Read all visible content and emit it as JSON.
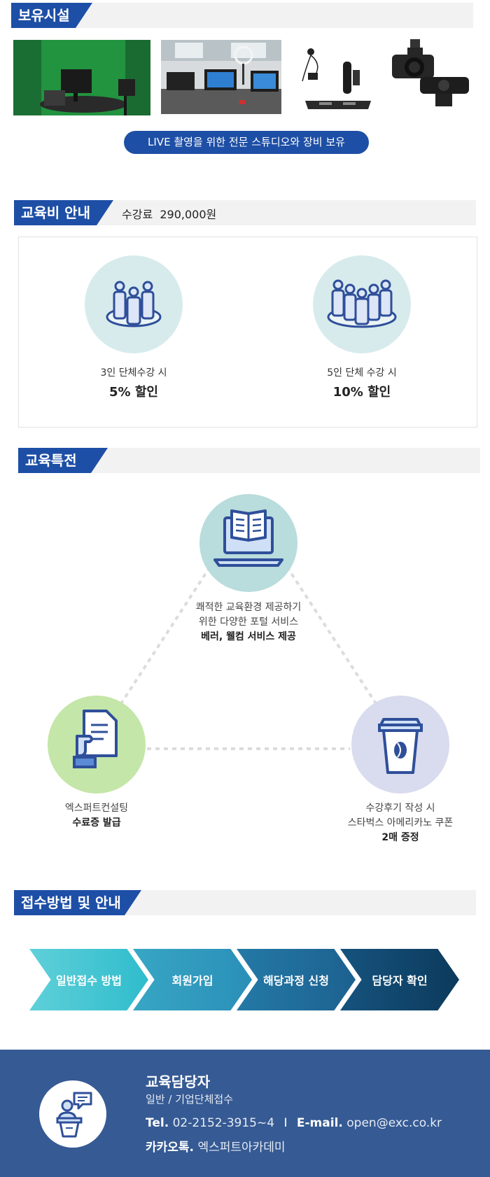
{
  "facilities": {
    "title": "보유시설",
    "banner": "LIVE 촬영을 위한 전문 스튜디오와 장비 보유",
    "photos": [
      "green-screen-studio",
      "broadcast-desk-setup",
      "wireless-mic-set",
      "dslr-and-webcam"
    ]
  },
  "fee": {
    "title": "교육비 안내",
    "tuition": "수강료  290,000원",
    "discounts": [
      {
        "condition": "3인 단체수강 시",
        "rate": "5% 할인"
      },
      {
        "condition": "5인 단체 수강 시",
        "rate": "10% 할인"
      }
    ]
  },
  "benefits": {
    "title": "교육특전",
    "items": [
      {
        "line1": "쾌적한 교육환경 제공하기",
        "line2": "위한 다양한 포털 서비스",
        "bold": "베러, 웰컴 서비스 제공"
      },
      {
        "line1": "엑스퍼트컨설팅",
        "line2": "",
        "bold": "수료증 발급"
      },
      {
        "line1": "수강후기 작성 시",
        "line2": "스타벅스 아메리카노 쿠폰",
        "bold": "2매 증정"
      }
    ]
  },
  "apply": {
    "title": "접수방법 및 안내",
    "steps": [
      "일반접수 방법",
      "회원가입",
      "해당과정 신청",
      "담당자 확인"
    ]
  },
  "contact": {
    "title": "교육담당자",
    "subtitle": "일반 / 기업단체접수",
    "tel_label": "Tel.",
    "tel": "02-2152-3915~4",
    "separator": "I",
    "email_label": "E-mail.",
    "email": "open@exc.co.kr",
    "kakao_label": "카카오톡.",
    "kakao": "엑스퍼트아카데미"
  },
  "colors": {
    "brand": "#1e4fa6",
    "footer": "#365a93",
    "step1": "#3fc3cf",
    "step2": "#2a93ba",
    "step3": "#1f6a96",
    "step4": "#0f4164"
  }
}
